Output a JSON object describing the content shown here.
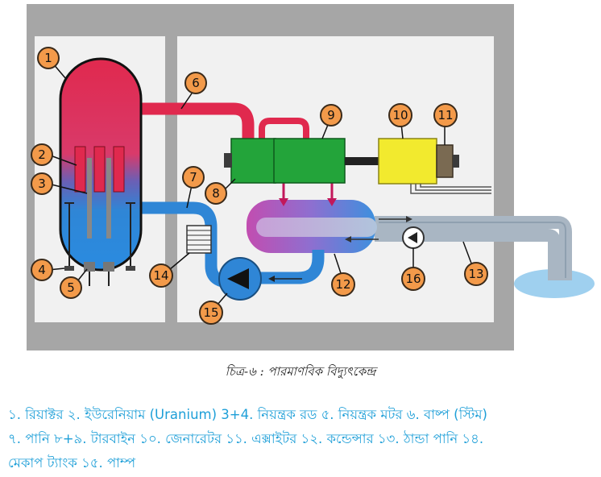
{
  "diagram": {
    "labels": [
      "1",
      "2",
      "3",
      "4",
      "5",
      "6",
      "7",
      "8",
      "9",
      "10",
      "11",
      "12",
      "13",
      "14",
      "15",
      "16"
    ]
  },
  "caption": "চিত্র-৬ : পারমাণবিক বিদ্যুৎকেন্দ্র",
  "legend": {
    "line1": "১. রিয়াক্টর ২. ইউরেনিয়াম (Uranium) 3+4. নিয়ন্ত্রক রড ৫. নিয়ন্ত্রক মটর ৬. বাষ্প (স্টিম)",
    "line2": "৭. পানি ৮+৯. টারবাইন ১০. জেনারেটর ১১. এক্সাইটর ১২. কন্ডেন্সার ১৩. ঠান্ডা পানি ১৪.",
    "line3": "মেকাপ ট্যাংক  ১৫. পাম্প"
  }
}
